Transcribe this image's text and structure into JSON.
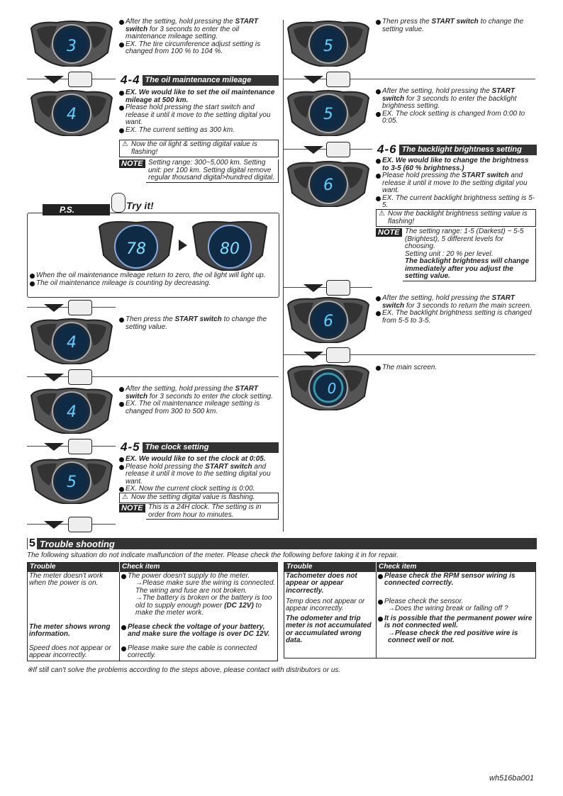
{
  "col_left": {
    "s1": [
      "After the setting, hold pressing the",
      "START switch",
      " for 3 seconds to enter the oil maintenance mileage setting.",
      "EX. The tire circumference adjust setting is changed from 100 % to 104 %."
    ],
    "sec44": {
      "num": "4-4",
      "title": "The oil maintenance mileage setting"
    },
    "s2": [
      "EX. We would like to set the oil maintenance mileage at 500 km.",
      "Please hold pressing the start switch and release it until it move to the setting digital you want.",
      "EX. The current setting as 300 km."
    ],
    "warn1": "Now the oil light & setting digital value is flashing!",
    "note1_tag": "NOTE",
    "note1": "Setting range: 300~5,000 km. Setting unit: per 100 km. Setting digital remove regular thousand digital>hundred digital.",
    "ps_label": "P.S.",
    "try_label": "Try it!",
    "ps_lines": [
      "When the oil maintenance mileage return to zero, the oil light will light up.",
      "The oil maintenance mileage is counting by decreasing."
    ],
    "meter_a": "78",
    "meter_b": "80",
    "s3": [
      "Then press the ",
      "START switch",
      " to change the setting value."
    ],
    "s4": [
      "After the setting, hold pressing the ",
      "START switch",
      " for 3 seconds to enter the clock setting.",
      "EX. The oil maintenance mileage setting is changed from 300 to 500 km."
    ],
    "sec45": {
      "num": "4-5",
      "title": "The clock setting"
    },
    "s5": [
      "EX. We would like to set the clock at 0:05.",
      "Please hold pressing the ",
      "START switch",
      " and release it until it move to the setting digital you want.",
      "EX. Now the current clock setting is 0:00."
    ],
    "warn2": "Now the setting digital value is flashing.",
    "note2": "This is a 24H clock. The setting is in order from hour to minutes."
  },
  "col_right": {
    "r1": [
      "Then press the ",
      "START switch",
      " to change the setting value."
    ],
    "r2": [
      "After the setting, hold pressing the ",
      "START switch",
      " for 3 seconds to enter the backlight brightness setting.",
      "EX. The clock setting is changed from 0:00 to 0:05."
    ],
    "sec46": {
      "num": "4-6",
      "title": "The backlight brightness setting"
    },
    "r3": [
      "EX. We would like to change the brightness to 3-5 (60 % brightness.)",
      "Please hold pressing the ",
      "START switch",
      " and release it until it move to the setting digital you want.",
      "EX. The current backlight brightness setting is 5-5."
    ],
    "warn3": "Now the backlight brightness setting value is flashing!",
    "note3": "The setting range: 1-5 (Darkest) ~ 5-5 (Brightest), 5 different levels for choosing.",
    "note3b": "Setting unit : 20 % per level.",
    "note3c": "The backlight brightness will change immediately after you adjust the setting value.",
    "r4": [
      "After the setting, hold pressing the ",
      "START switch",
      " for 3 seconds to return the main screen.",
      "EX. The backlight brightness setting is changed from 5-5 to 3-5."
    ],
    "r5": "The main screen."
  },
  "trouble": {
    "num": "5",
    "title": "Trouble shooting",
    "intro": "The following situation do not indicate malfunction of the meter. Please check the following before taking it in for repair.",
    "h_trouble": "Trouble",
    "h_check": "Check item",
    "l1": "The meter doesn't work when the power is on.",
    "l1c": [
      "The power doesn't supply to the meter.",
      "→Please make sure the wiring is connected. The wiring and fuse are not broken.",
      "→The battery is broken or the battery is too old to supply enough power ",
      "(DC 12V)",
      " to make the meter work."
    ],
    "l2": "The meter shows wrong information.",
    "l2c": "Please check the voltage of your battery, and make sure the voltage is over DC 12V.",
    "l3": "Speed does not appear or appear incorrectly.",
    "l3c": "Please make sure the cable is connected correctly.",
    "r1": "Tachometer does not appear or appear incorrectly.",
    "r1c": "Please check the RPM sensor wiring is connected correctly.",
    "r2": "Temp does not appear or appear incorrectly.",
    "r2c": [
      "Please check the sensor.",
      "→Does the wiring break or falling off ?"
    ],
    "r3": "The odometer and trip meter is not accumulated or accumulated wrong data.",
    "r3c": [
      "It is possible that the permanent power wire is not connected well.",
      "→Please check the red positive wire is connect well or not."
    ],
    "footer": "※If still can't solve the problems according to the steps above, please contact with distributors or us."
  },
  "doc_code": "wh516ba001",
  "digits": {
    "m1": "3",
    "m2": "4",
    "m3": "4",
    "m4": "4",
    "m5": "5",
    "m6": "5",
    "m7": "5",
    "m8": "6",
    "m9": "6",
    "m10": "0"
  }
}
